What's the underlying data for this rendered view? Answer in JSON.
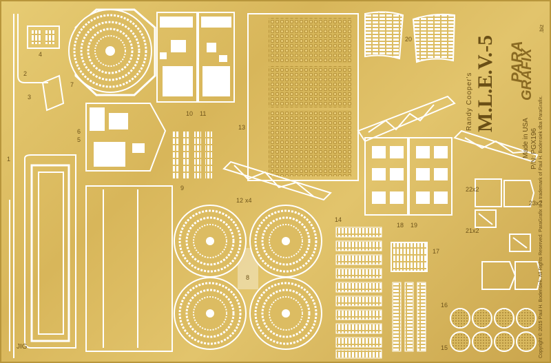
{
  "fret": {
    "title_small": "Randy Cooper's",
    "title_main": "M.L.E.V.-5",
    "brand_line1": "PARA",
    "brand_line2": "GRAFIX",
    "brand_suffix": ".biz",
    "made_in": "Made in USA",
    "part_number": "P/N: PGX196",
    "copyright": "Copyright © 2015 Paul H. Bodensiek. All Rights Reserved. ParaGrafix is a trademark of Paul H. Bodensiek dba ParaGrafix.",
    "jig_label": "JIG",
    "colors": {
      "brass": "#dcbc62",
      "brass_dark": "#a88430",
      "cutout": "#ffffff",
      "text": "#6a4f16"
    }
  },
  "part_labels": [
    {
      "id": "1",
      "text": "1"
    },
    {
      "id": "2",
      "text": "2"
    },
    {
      "id": "3",
      "text": "3"
    },
    {
      "id": "4",
      "text": "4"
    },
    {
      "id": "5",
      "text": "5"
    },
    {
      "id": "6",
      "text": "6"
    },
    {
      "id": "7",
      "text": "7"
    },
    {
      "id": "8",
      "text": "8"
    },
    {
      "id": "9",
      "text": "9"
    },
    {
      "id": "10",
      "text": "10"
    },
    {
      "id": "11",
      "text": "11"
    },
    {
      "id": "12",
      "text": "12"
    },
    {
      "id": "12q",
      "text": "x4"
    },
    {
      "id": "13",
      "text": "13"
    },
    {
      "id": "14",
      "text": "14"
    },
    {
      "id": "15",
      "text": "15"
    },
    {
      "id": "16",
      "text": "16"
    },
    {
      "id": "17",
      "text": "17"
    },
    {
      "id": "18",
      "text": "18"
    },
    {
      "id": "19",
      "text": "19"
    },
    {
      "id": "20",
      "text": "20"
    },
    {
      "id": "21",
      "text": "21x2"
    },
    {
      "id": "22",
      "text": "22x2"
    },
    {
      "id": "23",
      "text": "23x2"
    }
  ]
}
